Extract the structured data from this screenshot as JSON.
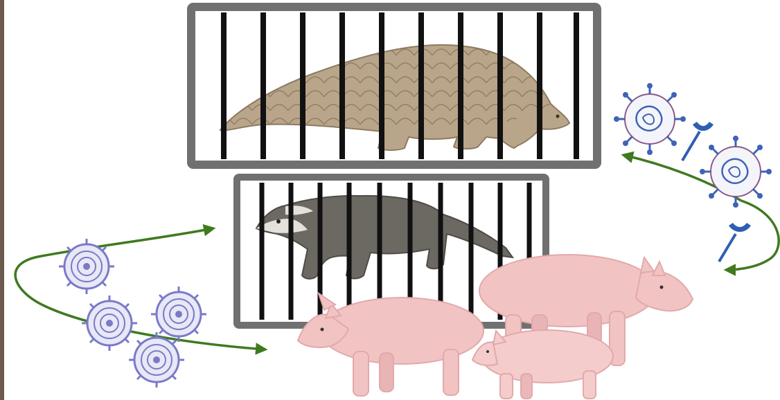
{
  "scene": {
    "background": "#ffffff",
    "colors": {
      "cage_frame": "#707070",
      "cage_bar": "#111111",
      "arrow": "#3f7a1f",
      "pangolin": "#b9a58a",
      "pangolin_scale_line": "#8e7a60",
      "civet_body": "#6c6862",
      "civet_face": "#e4e1dc",
      "pig": "#f2c3c3",
      "pig_shadow": "#e2a9ab",
      "virus_purple": "#7a7ac8",
      "virus_blue": "#3f63b5",
      "receptor": "#2f5fb3"
    },
    "elements": [
      {
        "name": "cage-top",
        "type": "cage",
        "bars": 10
      },
      {
        "name": "pangolin-image",
        "type": "animal",
        "species": "pangolin",
        "location": "cage-top"
      },
      {
        "name": "cage-bottom",
        "type": "cage",
        "bars": 10
      },
      {
        "name": "civet-image",
        "type": "animal",
        "species": "civet",
        "location": "cage-bottom"
      },
      {
        "name": "pig-image",
        "type": "animal",
        "species": "pig",
        "count": 3
      },
      {
        "name": "virus-cluster-left",
        "type": "virus",
        "count": 4,
        "icon": "coronavirus-icon"
      },
      {
        "name": "virus-cluster-right",
        "type": "virus",
        "count": 2,
        "icon": "coronavirus-icon"
      },
      {
        "name": "receptor-icons",
        "type": "receptor",
        "count": 2,
        "icon": "receptor-icon"
      },
      {
        "name": "arrow-left-loop",
        "type": "arrow",
        "count": 2
      },
      {
        "name": "arrow-right-loop",
        "type": "arrow",
        "count": 2
      }
    ]
  }
}
